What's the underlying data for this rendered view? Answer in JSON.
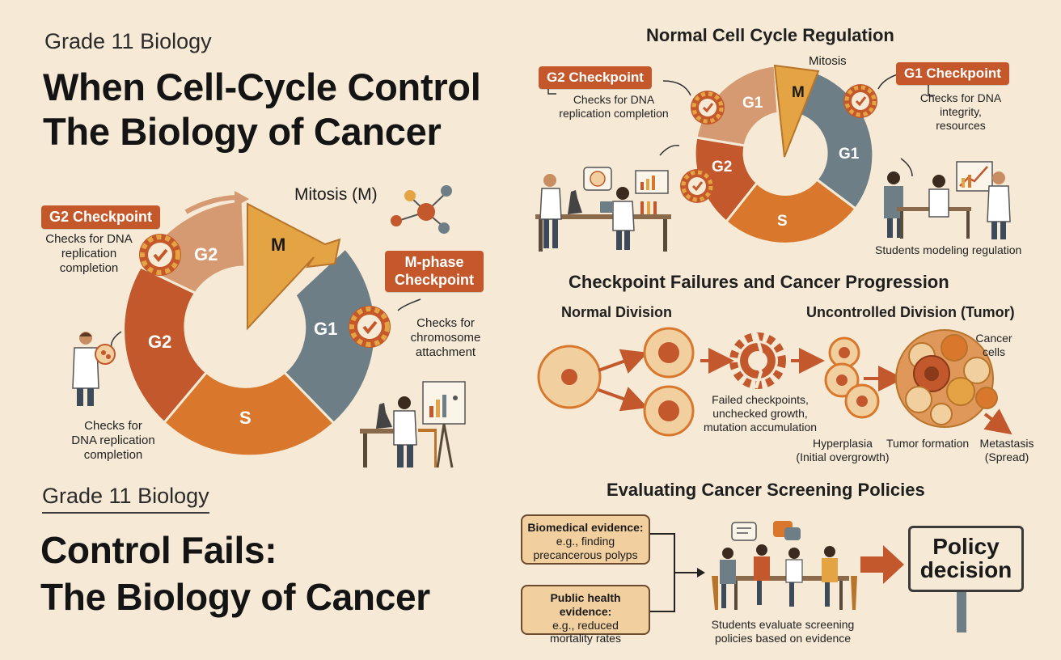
{
  "colors": {
    "background": "#f6ead6",
    "phase_g1": "#6e7e86",
    "phase_s": "#d9782c",
    "phase_g2_light": "#d59a72",
    "phase_g2_dark": "#c2582c",
    "phase_m": "#e5a443",
    "checkpoint": "#c4582b"
  },
  "left": {
    "kicker_top": "Grade 11 Biology",
    "title_line1": "When Cell-Cycle Control",
    "title_line2": "The Biology of Cancer",
    "mitosis_label": "Mitosis (M)",
    "phase_m": "M",
    "phase_g1": "G1",
    "phase_s": "S",
    "phase_g2_top": "G2",
    "phase_g2_left": "G2",
    "g2_checkpoint_tag": "G2 Checkpoint",
    "g2_checkpoint_note1": "Checks for DNA",
    "g2_checkpoint_note2": "replication",
    "g2_checkpoint_note3": "completion",
    "m_checkpoint_tag1": "M-phase",
    "m_checkpoint_tag2": "Checkpoint",
    "m_checkpoint_note1": "Checks for",
    "m_checkpoint_note2": "chromosome",
    "m_checkpoint_note3": "attachment",
    "lower_note1": "Checks for",
    "lower_note2": "DNA replication",
    "lower_note3": "completion",
    "kicker_bottom": "Grade 11 Biology",
    "bottom_title_line1": "Control Fails:",
    "bottom_title_line2": "The Biology of Cancer"
  },
  "regulation": {
    "title": "Normal Cell Cycle Regulation",
    "mitosis_label": "Mitosis",
    "phase_m": "M",
    "phase_g1_left": "G1",
    "phase_g1_right": "G1",
    "phase_g2": "G2",
    "phase_s": "S",
    "g2_tag": "G2 Checkpoint",
    "g2_note1": "Checks for DNA",
    "g2_note2": "replication completion",
    "g1_tag": "G1 Checkpoint",
    "g1_note1": "Checks for DNA",
    "g1_note2": "integrity,",
    "g1_note3": "resources",
    "students_caption": "Students modeling regulation"
  },
  "progression": {
    "title": "Checkpoint Failures and Cancer Progression",
    "normal_label": "Normal Division",
    "uncontrolled_label": "Uncontrolled Division (Tumor)",
    "failed_note1": "Failed checkpoints,",
    "failed_note2": "unchecked growth,",
    "failed_note3": "mutation accumulation",
    "cancer_cells_label1": "Cancer",
    "cancer_cells_label2": "cells",
    "hyperplasia1": "Hyperplasia",
    "hyperplasia2": "(Initial overgrowth)",
    "tumor_formation": "Tumor formation",
    "metastasis1": "Metastasis",
    "metastasis2": "(Spread)"
  },
  "screening": {
    "title": "Evaluating Cancer Screening Policies",
    "biomedical_head": "Biomedical evidence:",
    "biomedical_l2": "e.g., finding",
    "biomedical_l3": "precancerous polyps",
    "public_head": "Public health evidence:",
    "public_l2": "e.g., reduced",
    "public_l3": "mortality rates",
    "students_caption1": "Students evaluate screening",
    "students_caption2": "policies based on evidence",
    "policy_l1": "Policy",
    "policy_l2": "decision"
  }
}
